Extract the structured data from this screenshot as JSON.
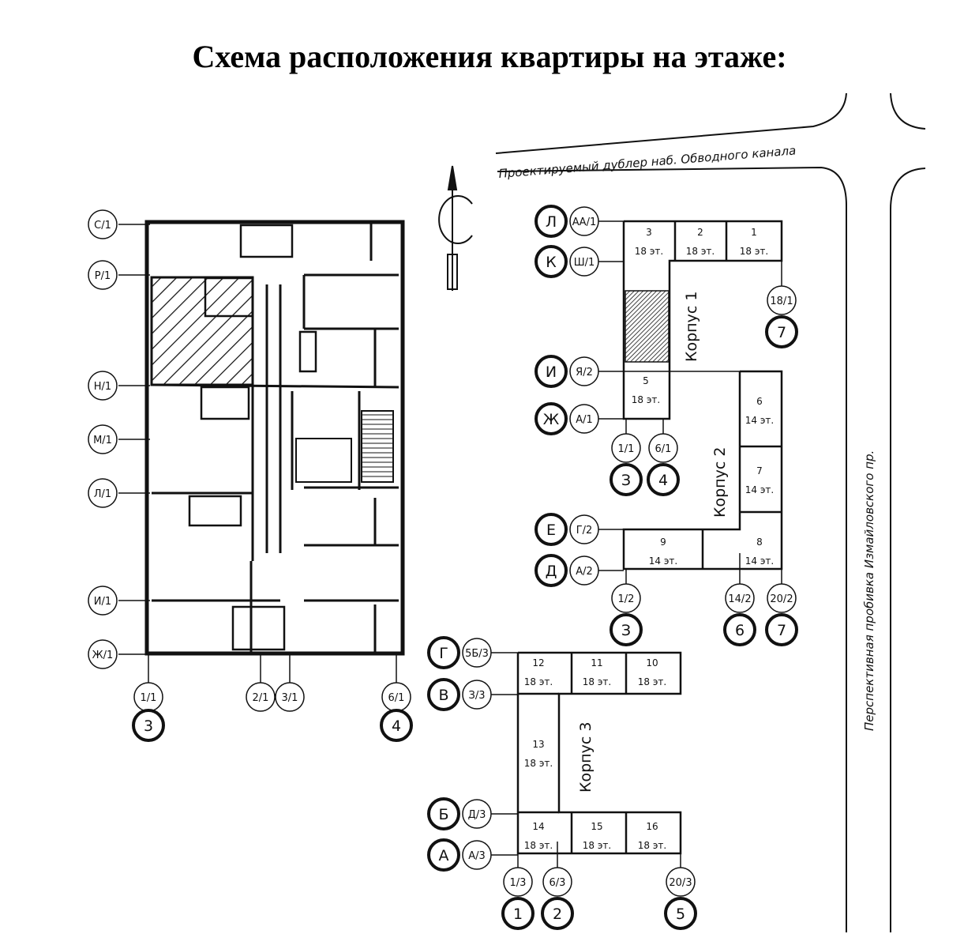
{
  "title": "Схема расположения квартиры на этаже:",
  "streets": {
    "top": "Проектируемый дублер наб. Обводного канала",
    "right": "Перспективная пробивка Измайловского пр."
  },
  "floor_plan": {
    "row_axes": [
      "С/1",
      "Р/1",
      "Н/1",
      "М/1",
      "Л/1",
      "И/1",
      "Ж/1"
    ],
    "col_axes": [
      "1/1",
      "2/1",
      "3/1",
      "6/1"
    ],
    "big_axes": [
      "3",
      "4"
    ]
  },
  "buildings": {
    "korpus1": {
      "label": "Корпус 1",
      "sections": [
        {
          "num": "3",
          "floors": "18 эт."
        },
        {
          "num": "2",
          "floors": "18 эт."
        },
        {
          "num": "1",
          "floors": "18 эт."
        },
        {
          "num": "5",
          "floors": "18 эт."
        }
      ]
    },
    "korpus2": {
      "label": "Корпус 2",
      "sections": [
        {
          "num": "6",
          "floors": "14 эт."
        },
        {
          "num": "7",
          "floors": "14 эт."
        },
        {
          "num": "8",
          "floors": "14 эт."
        },
        {
          "num": "9",
          "floors": "14 эт."
        }
      ]
    },
    "korpus3": {
      "label": "Корпус 3",
      "sections": [
        {
          "num": "12",
          "floors": "18 эт."
        },
        {
          "num": "11",
          "floors": "18 эт."
        },
        {
          "num": "10",
          "floors": "18 эт."
        },
        {
          "num": "13",
          "floors": "18 эт."
        },
        {
          "num": "14",
          "floors": "18 эт."
        },
        {
          "num": "15",
          "floors": "18 эт."
        },
        {
          "num": "16",
          "floors": "18 эт."
        }
      ]
    }
  },
  "site_axes": {
    "left_pairs": [
      {
        "big": "Л",
        "small": "АА/1"
      },
      {
        "big": "К",
        "small": "Ш/1"
      },
      {
        "big": "И",
        "small": "Я/2"
      },
      {
        "big": "Ж",
        "small": "А/1"
      },
      {
        "big": "Е",
        "small": "Г/2"
      },
      {
        "big": "Д",
        "small": "А/2"
      },
      {
        "big": "Г",
        "small": "5Б/3"
      },
      {
        "big": "В",
        "small": "З/3"
      },
      {
        "big": "Б",
        "small": "Д/3"
      },
      {
        "big": "А",
        "small": "А/3"
      }
    ],
    "bottom_pairs": [
      {
        "small": "1/1",
        "big": "З"
      },
      {
        "small": "6/1",
        "big": "4"
      },
      {
        "small": "18/1",
        "big": "7"
      },
      {
        "small": "1/2",
        "big": "З"
      },
      {
        "small": "14/2",
        "big": "6"
      },
      {
        "small": "20/2",
        "big": "7"
      },
      {
        "small": "1/3",
        "big": "1"
      },
      {
        "small": "6/3",
        "big": "2"
      },
      {
        "small": "20/3",
        "big": "5"
      }
    ]
  }
}
